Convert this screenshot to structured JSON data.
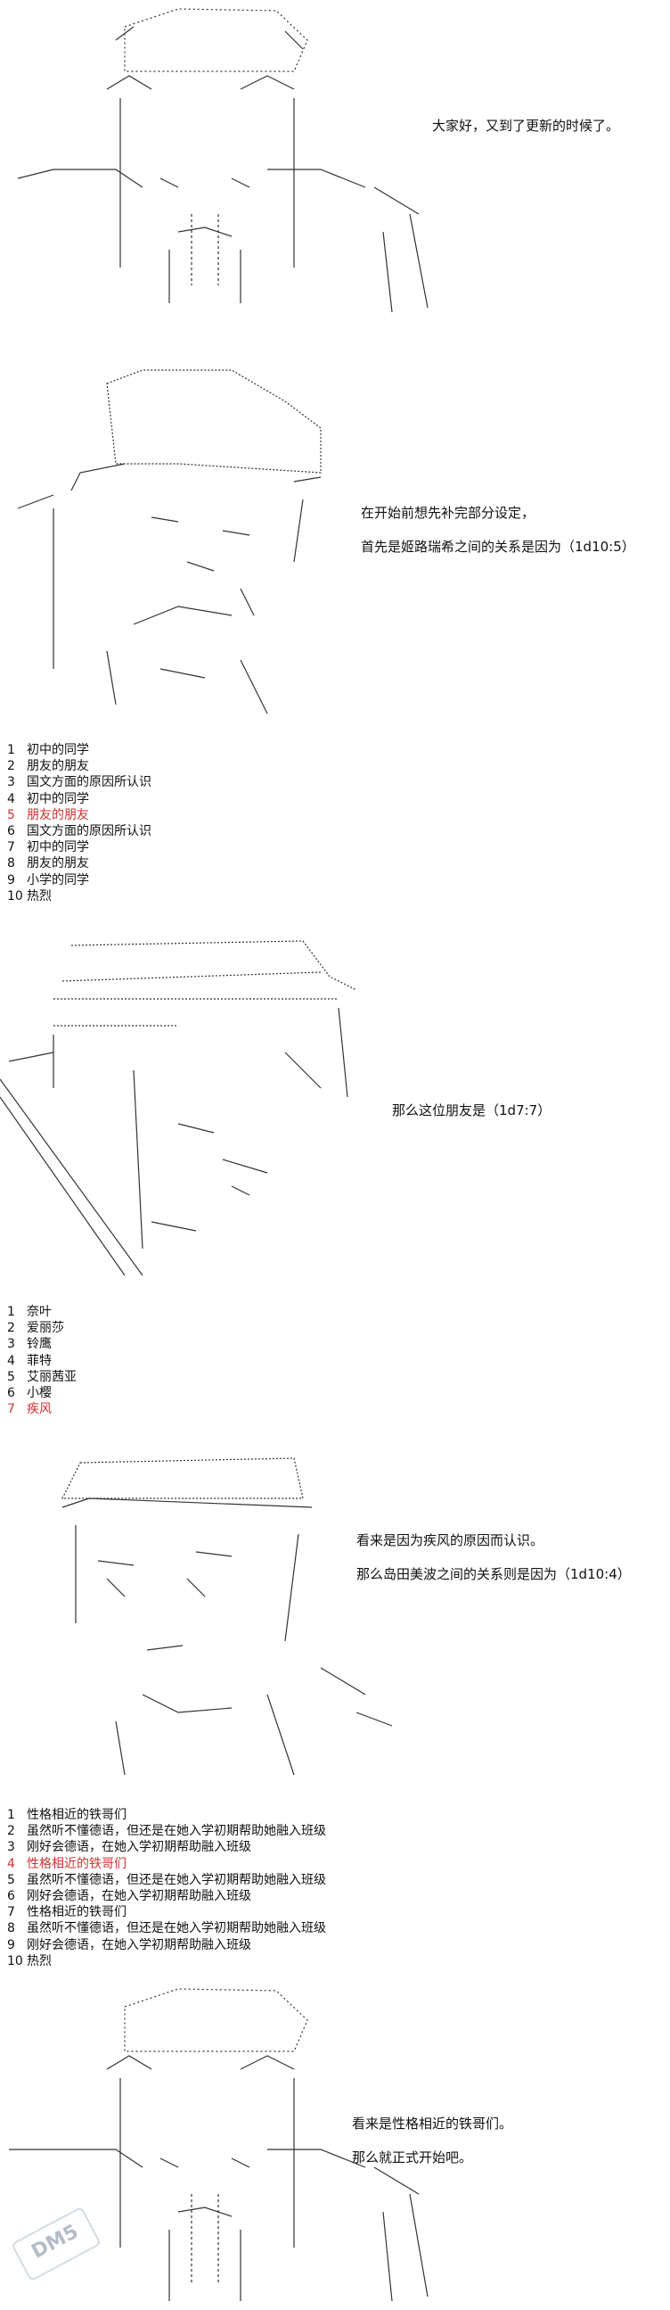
{
  "panel1": {
    "line1": "大家好，又到了更新的时候了。"
  },
  "panel2": {
    "line1": "在开始前想先补完部分设定，",
    "line2": "首先是姬路瑞希之间的关系是因为（1d10:5）"
  },
  "list1": [
    {
      "n": "1",
      "t": "初中的同学",
      "hl": false
    },
    {
      "n": "2",
      "t": "朋友的朋友",
      "hl": false
    },
    {
      "n": "3",
      "t": "国文方面的原因所认识",
      "hl": false
    },
    {
      "n": "4",
      "t": "初中的同学",
      "hl": false
    },
    {
      "n": "5",
      "t": "朋友的朋友",
      "hl": true
    },
    {
      "n": "6",
      "t": "国文方面的原因所认识",
      "hl": false
    },
    {
      "n": "7",
      "t": "初中的同学",
      "hl": false
    },
    {
      "n": "8",
      "t": "朋友的朋友",
      "hl": false
    },
    {
      "n": "9",
      "t": "小学的同学",
      "hl": false
    },
    {
      "n": "10",
      "t": "热烈",
      "hl": false
    }
  ],
  "panel3": {
    "line1": "那么这位朋友是（1d7:7）"
  },
  "list2": [
    {
      "n": "1",
      "t": "奈叶",
      "hl": false
    },
    {
      "n": "2",
      "t": "爱丽莎",
      "hl": false
    },
    {
      "n": "3",
      "t": "铃鹰",
      "hl": false
    },
    {
      "n": "4",
      "t": "菲特",
      "hl": false
    },
    {
      "n": "5",
      "t": "艾丽茜亚",
      "hl": false
    },
    {
      "n": "6",
      "t": "小樱",
      "hl": false
    },
    {
      "n": "7",
      "t": "疾风",
      "hl": true
    }
  ],
  "panel4": {
    "line1": "看来是因为疾风的原因而认识。",
    "line2": "那么岛田美波之间的关系则是因为（1d10:4）"
  },
  "list3": [
    {
      "n": "1",
      "t": "性格相近的铁哥们",
      "hl": false
    },
    {
      "n": "2",
      "t": "虽然听不懂德语，但还是在她入学初期帮助她融入班级",
      "hl": false
    },
    {
      "n": "3",
      "t": "刚好会德语，在她入学初期帮助融入班级",
      "hl": false
    },
    {
      "n": "4",
      "t": "性格相近的铁哥们",
      "hl": true
    },
    {
      "n": "5",
      "t": "虽然听不懂德语，但还是在她入学初期帮助她融入班级",
      "hl": false
    },
    {
      "n": "6",
      "t": "刚好会德语，在她入学初期帮助融入班级",
      "hl": false
    },
    {
      "n": "7",
      "t": "性格相近的铁哥们",
      "hl": false
    },
    {
      "n": "8",
      "t": "虽然听不懂德语，但还是在她入学初期帮助她融入班级",
      "hl": false
    },
    {
      "n": "9",
      "t": "刚好会德语，在她入学初期帮助融入班级",
      "hl": false
    },
    {
      "n": "10",
      "t": "热烈",
      "hl": false
    }
  ],
  "panel5": {
    "line1": "看来是性格相近的铁哥们。",
    "line2": "那么就正式开始吧。"
  },
  "colors": {
    "text": "#111111",
    "highlight": "#cc3333",
    "art": "#333333"
  },
  "watermark": {
    "text": "DM5"
  }
}
